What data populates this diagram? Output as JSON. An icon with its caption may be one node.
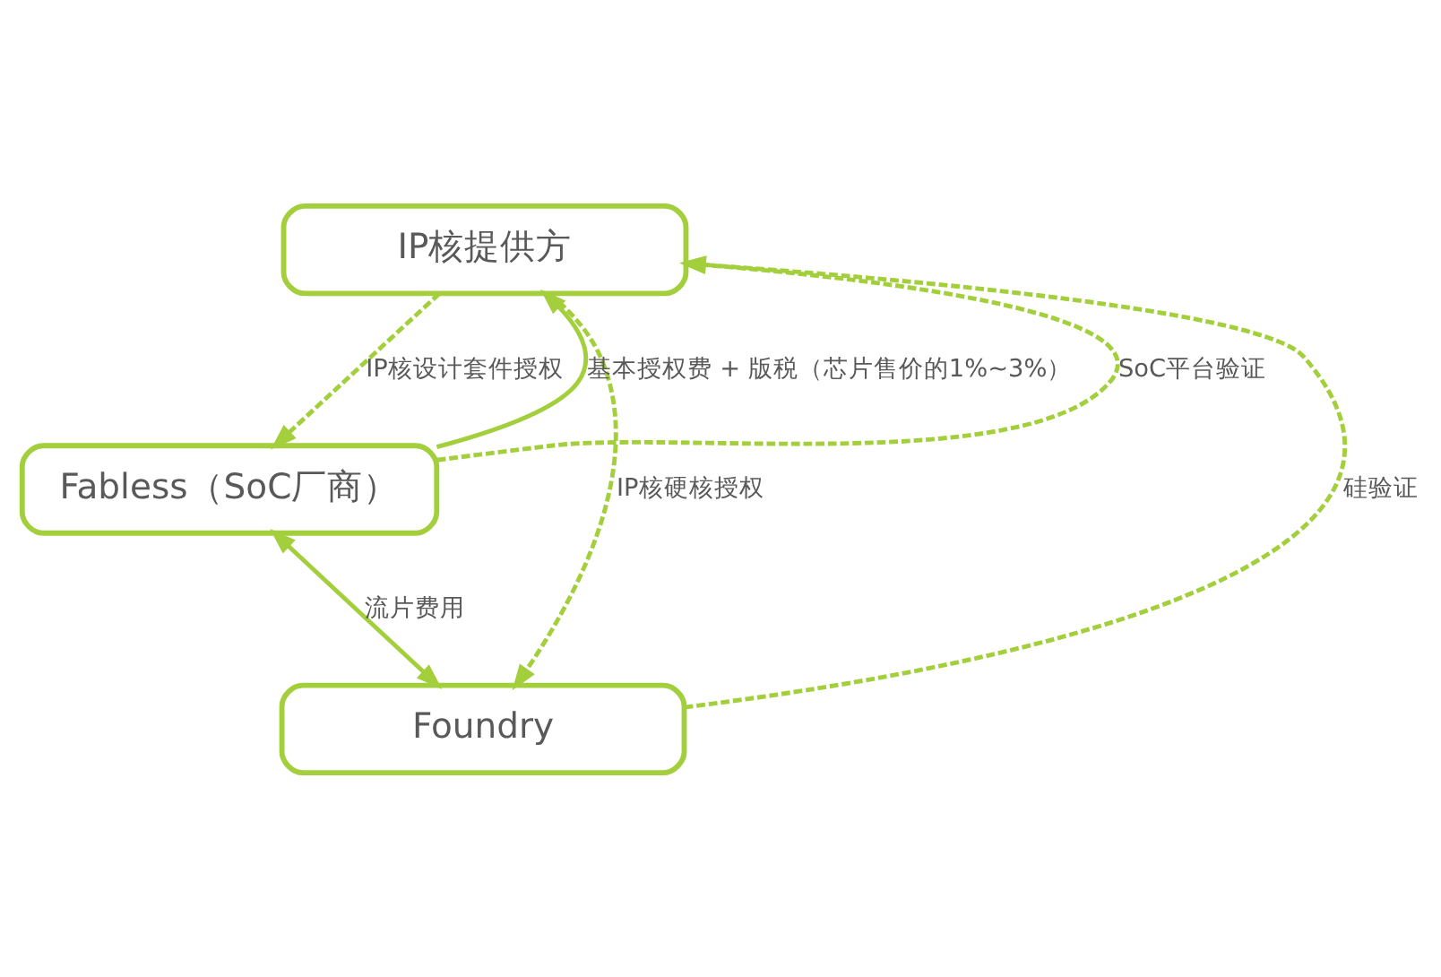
{
  "diagram": {
    "nodes": [
      {
        "text": [
          "IP核提供方"
        ]
      },
      {
        "text": [
          "Fabless（SoC厂商）"
        ]
      },
      {
        "text": [
          "Foundry"
        ]
      }
    ],
    "edges": [
      {
        "from": 1,
        "to": 0,
        "arrow": "to",
        "label": "基本授权费 + 版税（芯片售价的1%~3%）"
      },
      {
        "from": 1,
        "to": 2,
        "arrow": "both",
        "label": "流片费用"
      },
      {
        "from": 0,
        "to": 1,
        "arrow": "to",
        "style": "dashed",
        "label": "IP核设计套件授权"
      },
      {
        "from": 0,
        "to": 2,
        "arrow": "to",
        "style": "dashed",
        "label": "IP核硬核授权"
      },
      {
        "from": 1,
        "to": 0,
        "arrow": "to",
        "style": "dashed",
        "label": "SoC平台验证"
      },
      {
        "from": 2,
        "to": 0,
        "arrow": "to",
        "style": "dashed",
        "label": "硅验证"
      }
    ]
  }
}
